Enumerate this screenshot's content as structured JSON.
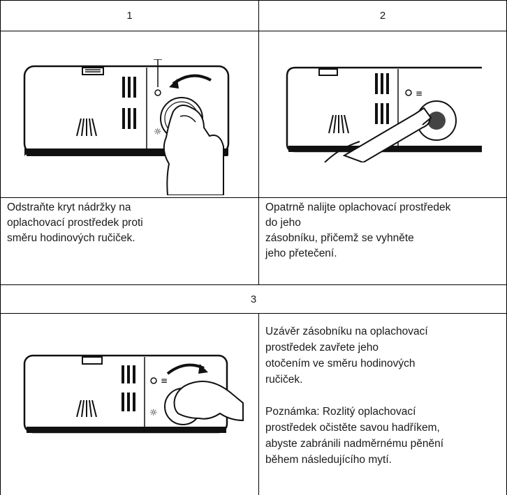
{
  "steps": [
    {
      "number": "1",
      "text": [
        "Odstraňte kryt nádržky na",
        "oplachovací prostředek proti",
        "směru hodinových ručiček."
      ]
    },
    {
      "number": "2",
      "text": [
        "Opatrně nalijte oplachovací prostředek",
        "do jeho",
        "zásobníku, přičemž se vyhněte",
        "jeho přetečení."
      ]
    },
    {
      "number": "3",
      "text": [
        "Uzávěr zásobníku na oplachovací",
        "prostředek  zavřete jeho",
        "otočením ve směru hodinových",
        "ručiček."
      ],
      "note": [
        "Poznámka: Rozlitý oplachovací",
        "prostředek očistěte savou hadříkem,",
        "abyste zabránili nadměrnému pěnění",
        "během následujícího mytí."
      ]
    }
  ]
}
